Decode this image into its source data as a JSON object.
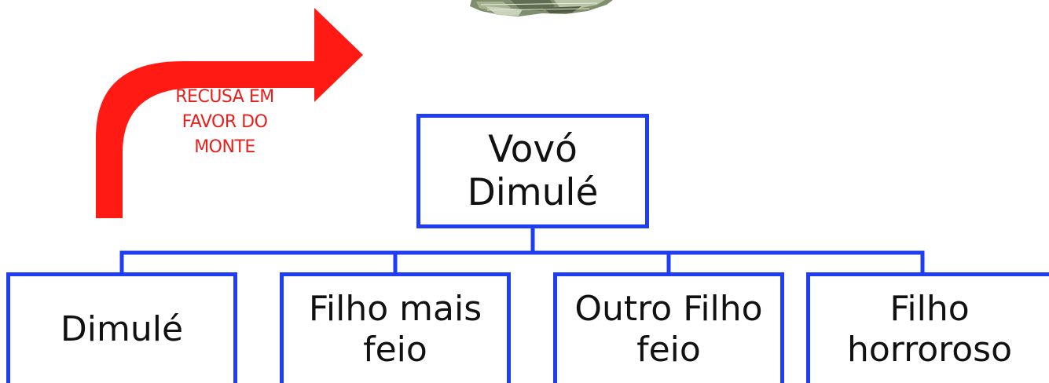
{
  "diagram": {
    "root": {
      "lines": [
        "Vovó",
        "Dimulé"
      ]
    },
    "children": [
      {
        "lines": [
          "Dimulé"
        ]
      },
      {
        "lines": [
          "Filho mais",
          "feio"
        ]
      },
      {
        "lines": [
          "Outro Filho",
          "feio"
        ]
      },
      {
        "lines": [
          "Filho",
          "horroroso"
        ]
      }
    ],
    "arrow_label": {
      "lines": [
        "RECUSA EM",
        "FAVOR DO",
        "MONTE"
      ]
    },
    "colors": {
      "box_border": "#1f3df2",
      "arrow": "#ff1a14",
      "arrow_label": "#e8201c",
      "text": "#111111",
      "money": "#8a9a78"
    },
    "decorations": [
      "money-stack-image"
    ]
  }
}
